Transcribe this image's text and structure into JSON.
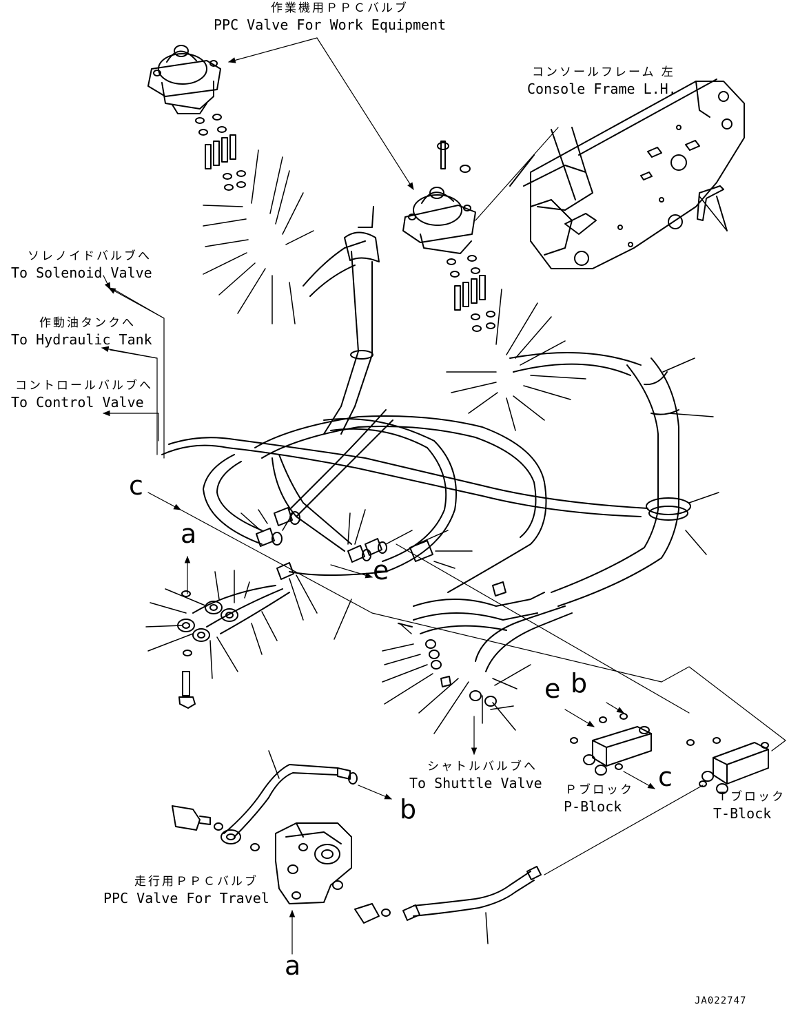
{
  "labels": {
    "ppc_work_jp": "作業機用ＰＰＣバルブ",
    "ppc_work_en": "PPC Valve For Work Equipment",
    "console_jp": "コンソールフレーム 左",
    "console_en": "Console Frame L.H.",
    "solenoid_jp": "ソレノイドバルブへ",
    "solenoid_en": "To Solenoid Valve",
    "tank_jp": "作動油タンクへ",
    "tank_en": "To Hydraulic Tank",
    "control_jp": "コントロールバルブへ",
    "control_en": "To Control Valve",
    "shuttle_jp": "シャトルバルブへ",
    "shuttle_en": "To Shuttle Valve",
    "pblock_jp": "Ｐブロック",
    "pblock_en": "P-Block",
    "tblock_jp": "Ｔブロック",
    "tblock_en": "T-Block",
    "ppc_travel_jp": "走行用ＰＰＣバルブ",
    "ppc_travel_en": "PPC Valve For Travel"
  },
  "letters": {
    "c1": "c",
    "a1": "a",
    "e1": "e",
    "e2": "e",
    "b1": "b",
    "c2": "c",
    "b2": "b",
    "a2": "a"
  },
  "drawing_id": "JA022747"
}
